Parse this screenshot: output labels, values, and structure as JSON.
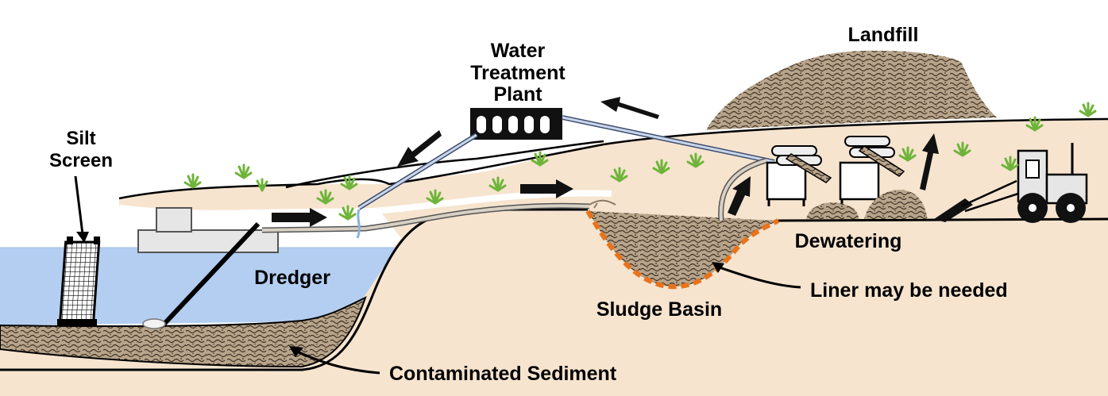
{
  "labels": {
    "silt_screen_line1": "Silt",
    "silt_screen_line2": "Screen",
    "water_treatment_line1": "Water",
    "water_treatment_line2": "Treatment",
    "water_treatment_line3": "Plant",
    "landfill": "Landfill",
    "dredger": "Dredger",
    "dewatering": "Dewatering",
    "liner": "Liner may be needed",
    "sludge_basin": "Sludge Basin",
    "contaminated_sediment": "Contaminated Sediment"
  },
  "colors": {
    "ground": "#f6e4cf",
    "water": "#b3cef0",
    "sediment": "#b7a48a",
    "liner": "#e8731c",
    "grass": "#7cc142",
    "pipe": "#d8d0c3",
    "equipment": "#e6e6e6",
    "outline": "#000000"
  }
}
